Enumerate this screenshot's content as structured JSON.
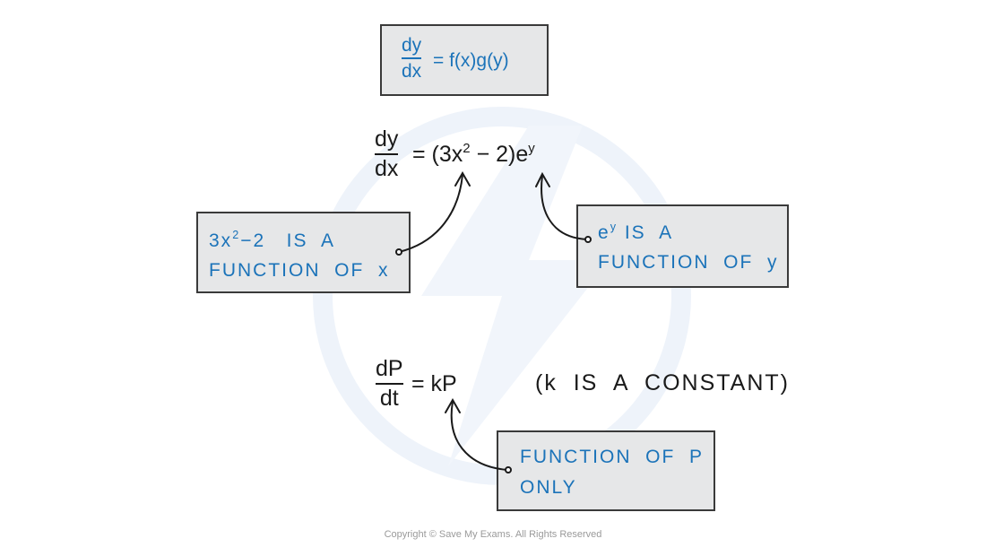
{
  "general_form": {
    "num": "dy",
    "den": "dx",
    "rhs": "= f(x)g(y)"
  },
  "example1": {
    "num": "dy",
    "den": "dx",
    "rhs_prefix": "= (3x",
    "rhs_exp": "2",
    "rhs_middle": " − 2)e",
    "rhs_exp2": "y"
  },
  "note_x": {
    "line1_base": "3x",
    "line1_exp": "2",
    "line1_rest": "−2   IS  A",
    "line2": "FUNCTION  OF  x"
  },
  "note_y": {
    "line1_base": "e",
    "line1_exp": "y",
    "line1_rest": " IS  A",
    "line2": "FUNCTION  OF  y"
  },
  "example2": {
    "num": "dP",
    "den": "dt",
    "rhs": "= kP",
    "aside": "(k  IS  A  CONSTANT)"
  },
  "note_p": {
    "line1": "FUNCTION  OF  P",
    "line2": "ONLY"
  },
  "footer": "Copyright © Save My Exams. All Rights Reserved",
  "colors": {
    "blue_text": "#1b73b9",
    "box_fill": "#e6e7e8",
    "ink": "#1a1a1a"
  }
}
